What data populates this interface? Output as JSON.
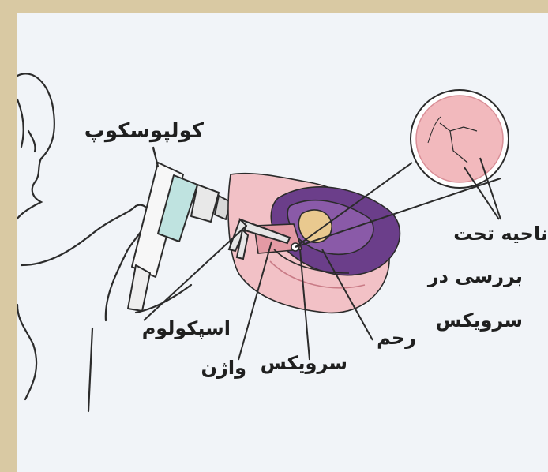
{
  "labels": {
    "colposcope": "کولپوسکوپ",
    "area_line1": "ناحیه تحت",
    "area_line2": "بررسی در",
    "area_line3": "سرویکس",
    "speculum": "اسپکولوم",
    "vagina": "واژن",
    "cervix": "سرویکس",
    "uterus": "رحم"
  },
  "colors": {
    "frame": "#d9c9a3",
    "background": "#f1f4f8",
    "line": "#2b2b2b",
    "tissue_pink": "#f2c1c6",
    "uterus_purple": "#6b3e8a",
    "cervix_tan": "#e9c98f",
    "device_teal": "#bfe3e0"
  }
}
